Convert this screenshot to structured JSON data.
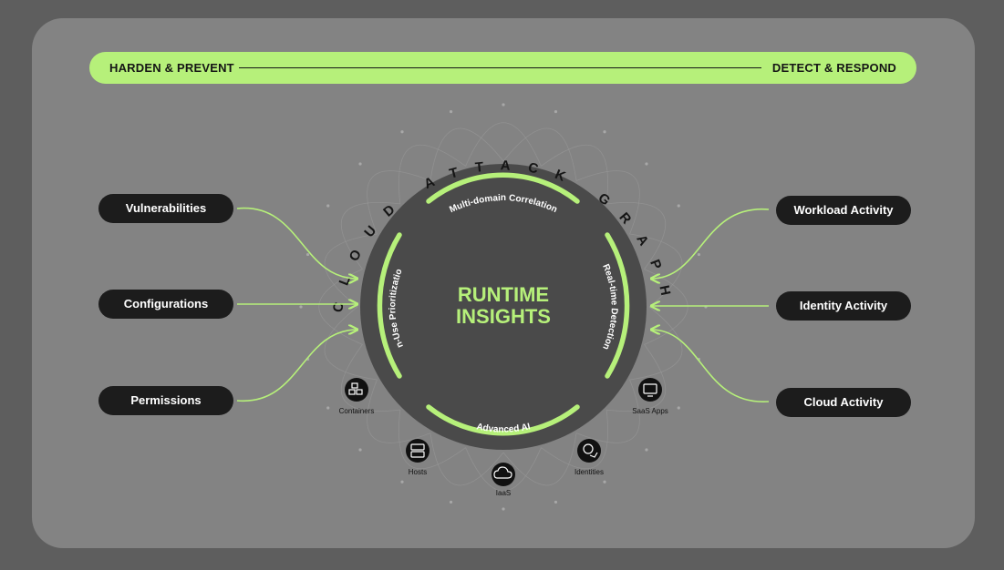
{
  "header": {
    "left_label": "HARDEN & PREVENT",
    "right_label": "DETECT & RESPOND"
  },
  "left_inputs": [
    {
      "label": "Vulnerabilities"
    },
    {
      "label": "Configurations"
    },
    {
      "label": "Permissions"
    }
  ],
  "right_inputs": [
    {
      "label": "Workload Activity"
    },
    {
      "label": "Identity Activity"
    },
    {
      "label": "Cloud Activity"
    }
  ],
  "core": {
    "title_line1": "RUNTIME",
    "title_line2": "INSIGHTS",
    "graph_label": "CLOUD ATTACK GRAPH",
    "arc_top": "Multi-domain Correlation",
    "arc_left": "In-Use Prioritization",
    "arc_right": "Real-time Detection",
    "arc_bottom": "Advanced AI"
  },
  "resources": [
    {
      "label": "Containers",
      "icon": "containers-icon"
    },
    {
      "label": "Hosts",
      "icon": "hosts-icon"
    },
    {
      "label": "IaaS",
      "icon": "cloud-icon"
    },
    {
      "label": "Identities",
      "icon": "identity-icon"
    },
    {
      "label": "SaaS Apps",
      "icon": "saas-apps-icon"
    }
  ],
  "colors": {
    "accent": "#b6f07a",
    "dark": "#1c1c1c",
    "circle": "#4a4a4a",
    "card": "#838383",
    "background": "#5e5e5e"
  }
}
